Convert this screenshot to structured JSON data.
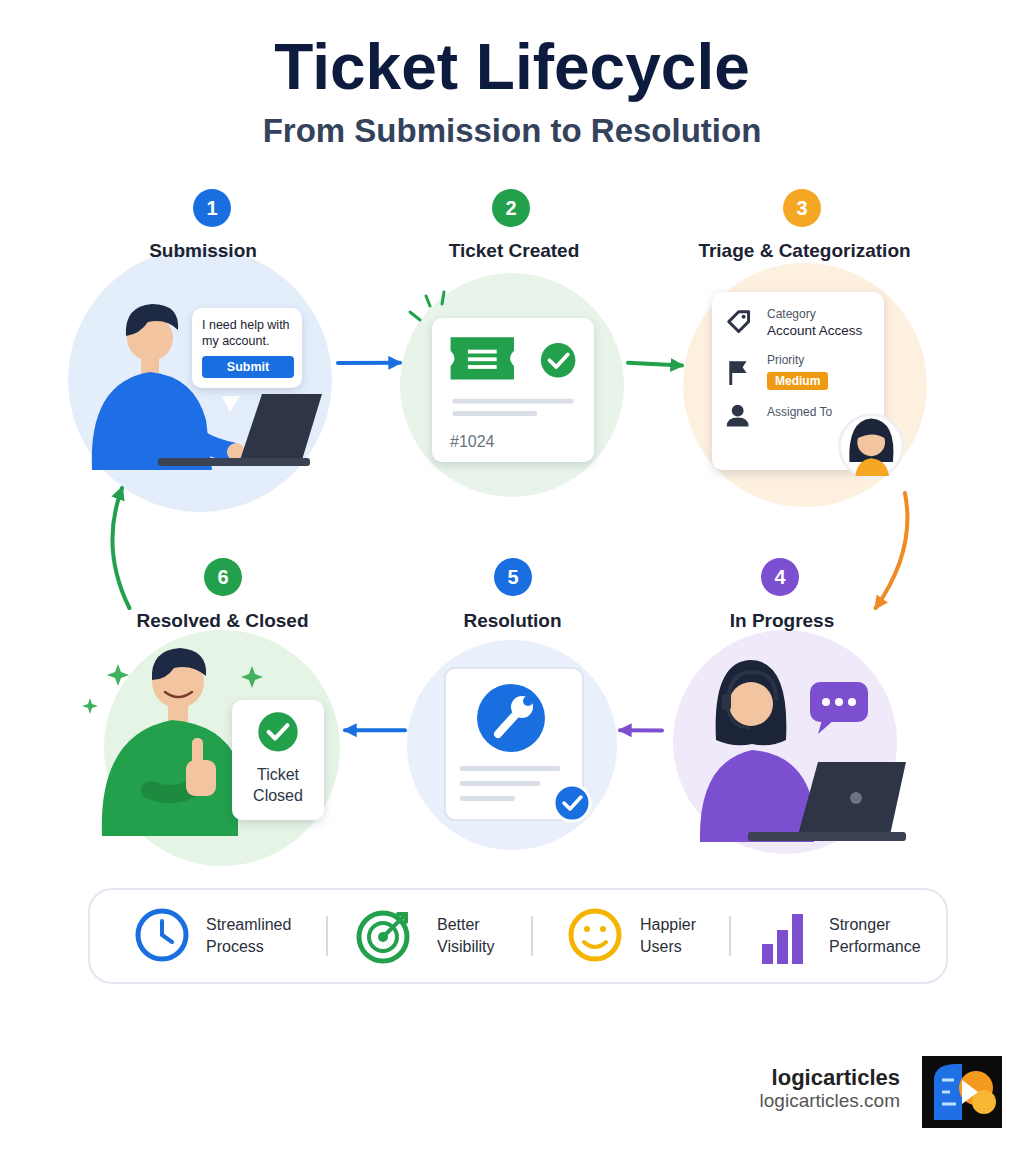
{
  "diagram": {
    "title": "Ticket Lifecycle",
    "nodes": [
      {
        "text": [
          "Submission"
        ]
      },
      {
        "text": [
          "I need help with my account.",
          "Submit"
        ],
        "in": 0
      },
      {
        "text": [
          "Ticket Created"
        ]
      },
      {
        "text": [
          "#1024"
        ],
        "in": 2
      },
      {
        "text": [
          "Triage & Categorization"
        ]
      },
      {
        "text": [
          "Category",
          "Account Access",
          "Priority",
          "Medium",
          "Assigned To"
        ],
        "in": 4
      },
      {
        "text": [
          "In Progress"
        ]
      },
      {
        "text": [
          "Resolution"
        ]
      },
      {
        "text": [
          "Resolved & Closed"
        ]
      },
      {
        "text": [
          "Ticket Closed"
        ],
        "in": 8
      },
      {
        "text": [
          "Streamlined Process",
          "Better Visibility",
          "Happier Users",
          "Stronger Performance"
        ]
      }
    ],
    "edges": [
      {
        "from": 0,
        "to": 2,
        "arrow": "to"
      },
      {
        "from": 2,
        "to": 4,
        "arrow": "to"
      },
      {
        "from": 4,
        "to": 6,
        "arrow": "to"
      },
      {
        "from": 6,
        "to": 7,
        "arrow": "to"
      },
      {
        "from": 7,
        "to": 8,
        "arrow": "to"
      },
      {
        "from": 8,
        "to": 0,
        "arrow": "to"
      }
    ],
    "labels": [
      "From Submission to Resolution",
      "1",
      "2",
      "3",
      "4",
      "5",
      "6",
      "logicarticles",
      "logicarticles.com"
    ]
  }
}
